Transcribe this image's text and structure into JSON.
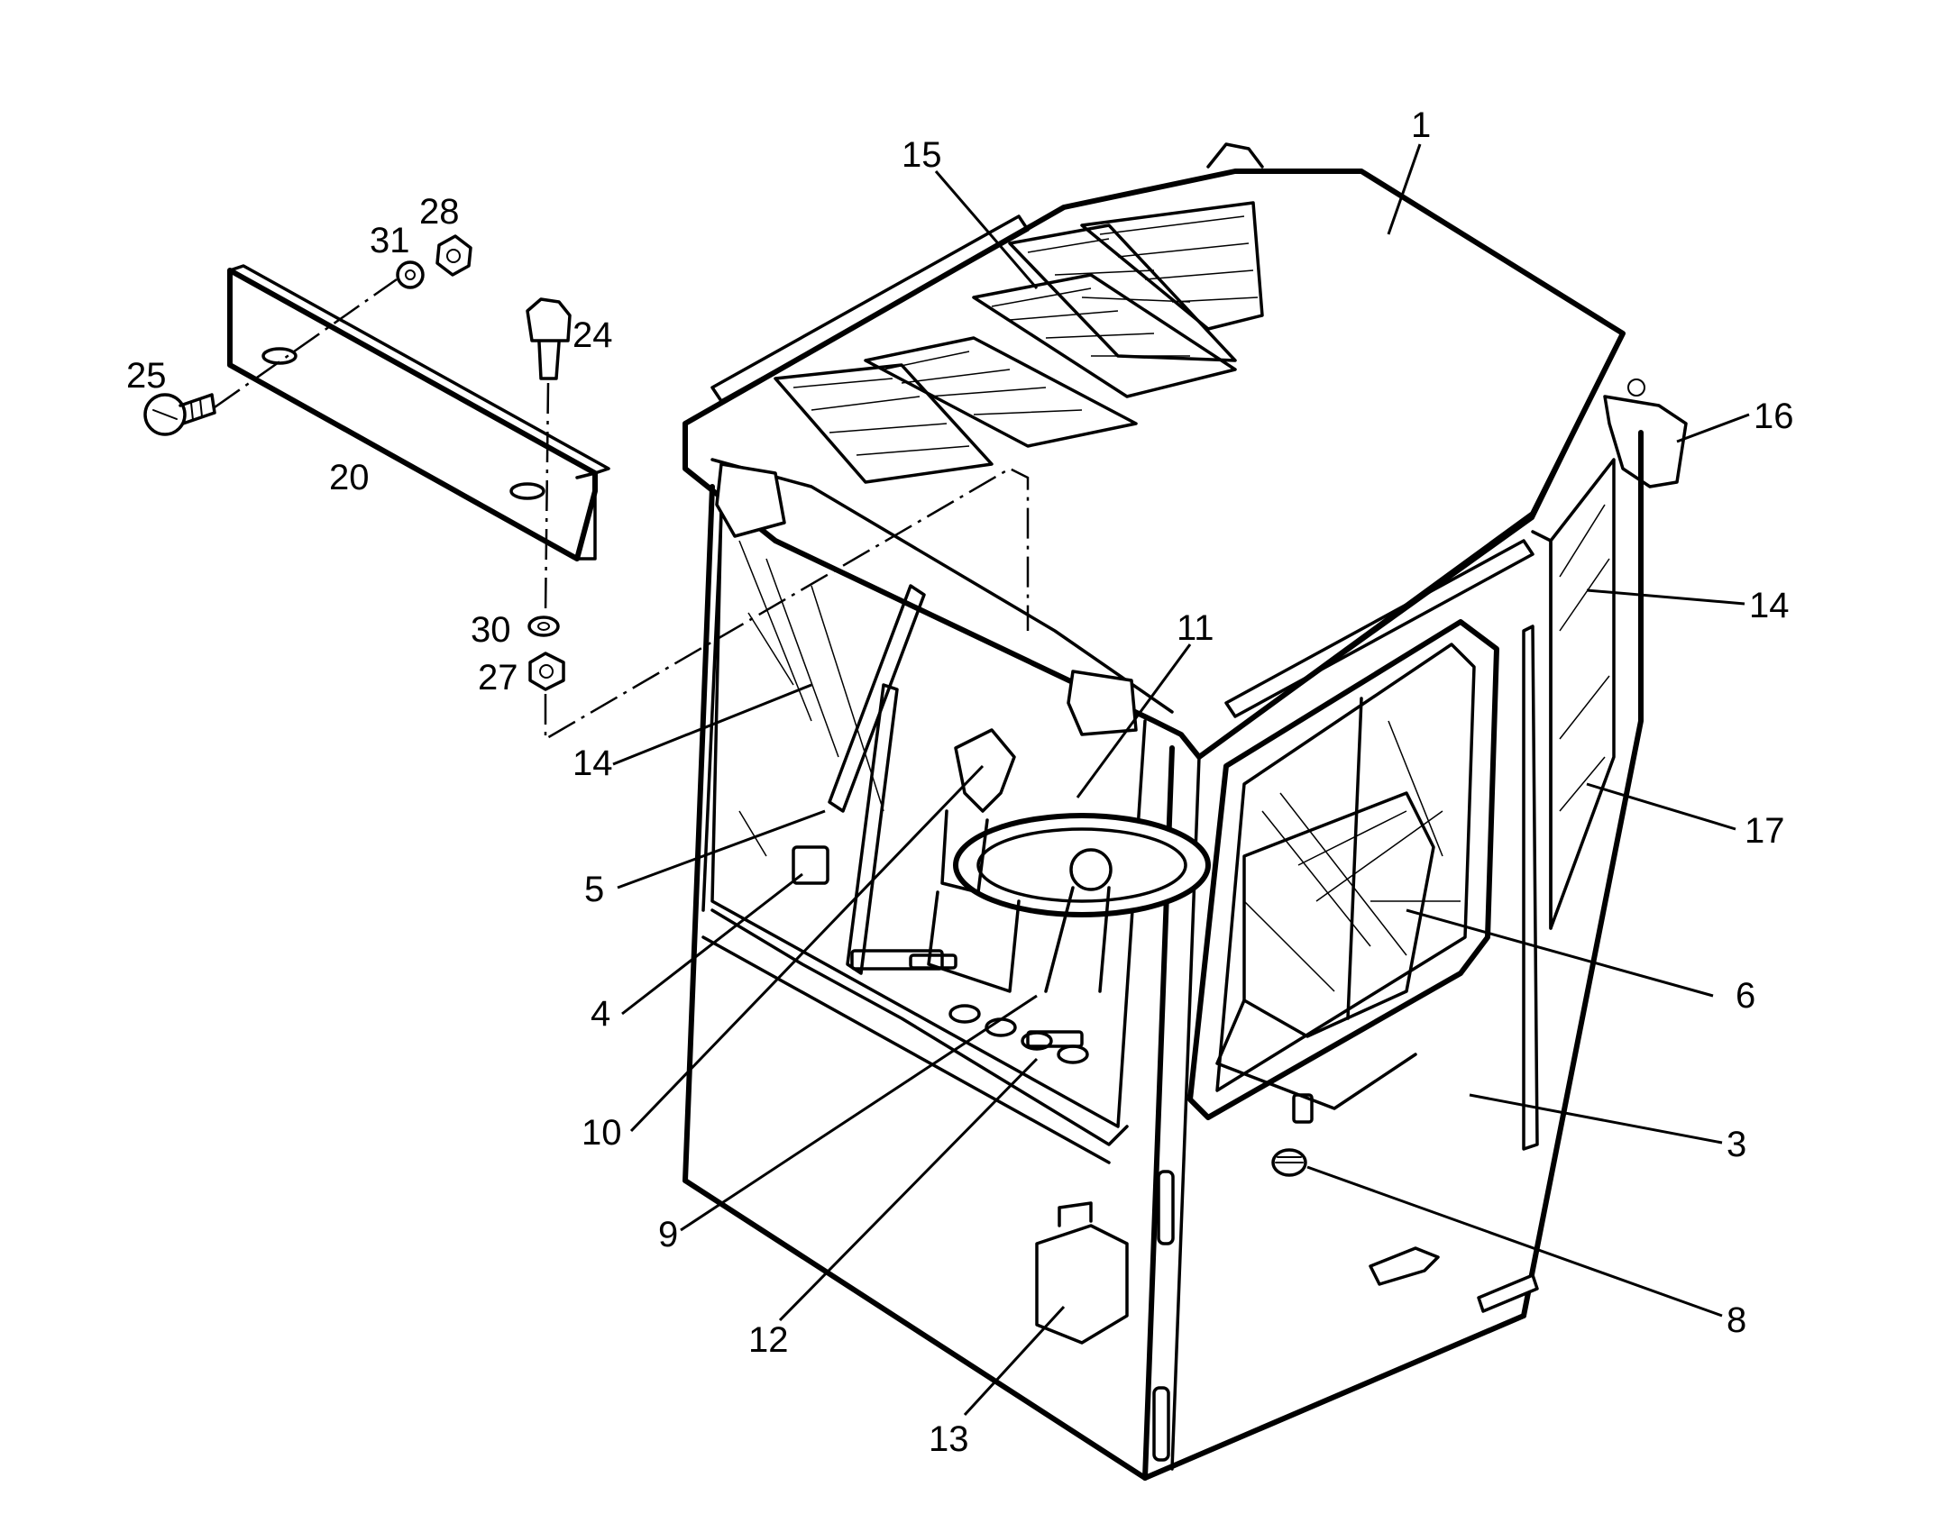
{
  "callouts": [
    {
      "id": "c1",
      "label": "1"
    },
    {
      "id": "c3",
      "label": "3"
    },
    {
      "id": "c4",
      "label": "4"
    },
    {
      "id": "c5",
      "label": "5"
    },
    {
      "id": "c6",
      "label": "6"
    },
    {
      "id": "c8",
      "label": "8"
    },
    {
      "id": "c9",
      "label": "9"
    },
    {
      "id": "c10",
      "label": "10"
    },
    {
      "id": "c11",
      "label": "11"
    },
    {
      "id": "c12",
      "label": "12"
    },
    {
      "id": "c13",
      "label": "13"
    },
    {
      "id": "c14a",
      "label": "14"
    },
    {
      "id": "c14b",
      "label": "14"
    },
    {
      "id": "c15",
      "label": "15"
    },
    {
      "id": "c16",
      "label": "16"
    },
    {
      "id": "c17",
      "label": "17"
    },
    {
      "id": "c20",
      "label": "20"
    },
    {
      "id": "c24",
      "label": "24"
    },
    {
      "id": "c25",
      "label": "25"
    },
    {
      "id": "c27",
      "label": "27"
    },
    {
      "id": "c28",
      "label": "28"
    },
    {
      "id": "c30",
      "label": "30"
    },
    {
      "id": "c31",
      "label": "31"
    }
  ]
}
